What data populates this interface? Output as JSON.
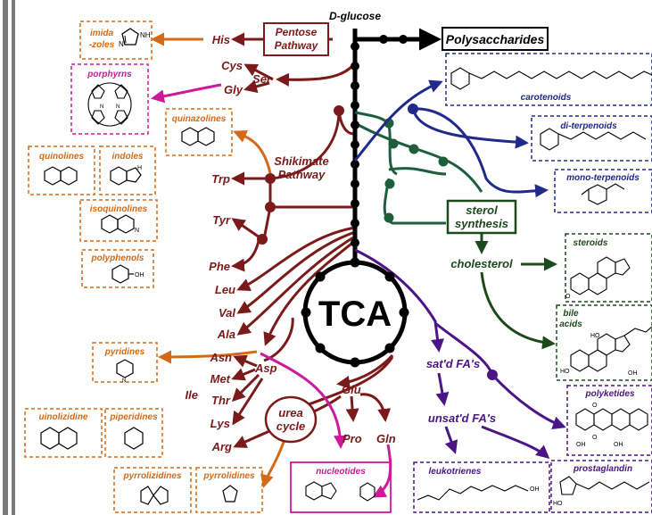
{
  "colors": {
    "central": "#000000",
    "amino": "#7b1a1a",
    "aromatic": "#d46a17",
    "purple": "#4b1487",
    "navy": "#1f2a8a",
    "green": "#1e5e3c",
    "magenta": "#cc1a9a",
    "dark_green": "#1d4a1d",
    "left_bar": "#7a7a7a"
  },
  "header": {
    "title": "D-glucose",
    "pentose_box": "Pentose Pathway",
    "pentose_line1": "Pentose",
    "pentose_line2": "Pathway",
    "polysaccharides": "Polysaccharides"
  },
  "core": {
    "tca": "TCA",
    "shikimate_line1": "Shikimate",
    "shikimate_line2": "Pathway",
    "urea_line1": "urea",
    "urea_line2": "cycle",
    "sterol_line1": "sterol",
    "sterol_line2": "synthesis",
    "cholesterol": "cholesterol"
  },
  "amino_acids": {
    "his": "His",
    "cys": "Cys",
    "ser": "Ser",
    "gly": "Gly",
    "trp": "Trp",
    "tyr": "Tyr",
    "phe": "Phe",
    "leu": "Leu",
    "val": "Val",
    "ala": "Ala",
    "asn": "Asn",
    "asp": "Asp",
    "met": "Met",
    "thr": "Thr",
    "ile": "Ile",
    "lys": "Lys",
    "arg": "Arg",
    "glu": "Glu",
    "pro": "Pro",
    "gln": "Gln"
  },
  "fatty_acids": {
    "saturated": "sat'd FA's",
    "unsaturated": "unsat'd FA's"
  },
  "products": {
    "imidazoles_line1": "imida",
    "imidazoles_line2": "-zoles",
    "porphyrns": "porphyrns",
    "quinazolines": "quinazolines",
    "quinolines": "quinolines",
    "indoles": "indoles",
    "isoquinolines": "isoquinolines",
    "polyphenols": "polyphenols",
    "pyridines": "pyridines",
    "quinolizidine": "uinolizidine",
    "piperidines": "piperidines",
    "pyrrolizidines": "pyrrolizidines",
    "pyrrolidines": "pyrrolidines",
    "nucleotides": "nucleotides",
    "leukotrienes": "leukotrienes",
    "prostaglandin": "prostaglandin",
    "carotenoids": "carotenoids",
    "di_terpenoids": "di-terpenoids",
    "mono_terpenoids": "mono-terpenoids",
    "steroids": "steroids",
    "bile_line1": "bile",
    "bile_line2": "acids",
    "polyketides": "polyketides"
  },
  "atoms": {
    "nh": "NH",
    "n": "N",
    "h": "H",
    "o": "O",
    "oh": "OH",
    "ho": "HO"
  }
}
